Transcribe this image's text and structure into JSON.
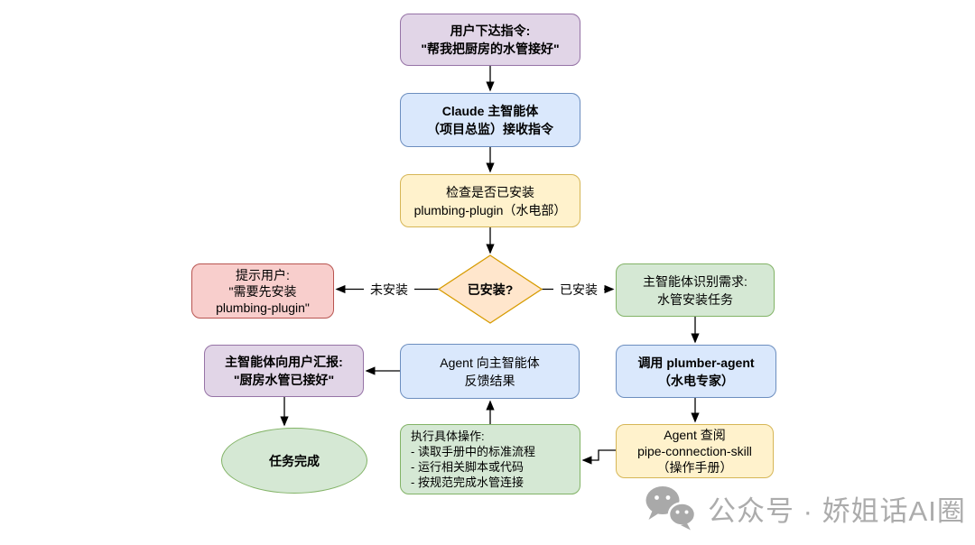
{
  "diagram_title": "Claude agent plumbing workflow flowchart",
  "palette": {
    "purple_fill": "#E1D5E7",
    "purple_stroke": "#9673A6",
    "blue_fill": "#DAE8FC",
    "blue_stroke": "#6C8EBF",
    "yellow_fill": "#FFF2CC",
    "yellow_stroke": "#D6B656",
    "diamond_fill": "#FFE6CC",
    "diamond_stroke": "#D79B00",
    "red_fill": "#F8CECC",
    "red_stroke": "#B85450",
    "green_fill": "#D5E8D4",
    "green_stroke": "#82B366",
    "arrow_color": "#000000",
    "watermark_color": "#ACACAC",
    "background": "#FFFFFF"
  },
  "nodes": {
    "user_command": {
      "shape": "rounded-rect",
      "color": "purple",
      "lines": [
        "用户下达指令:",
        "\"帮我把厨房的水管接好\""
      ]
    },
    "claude_main": {
      "shape": "rounded-rect",
      "color": "blue",
      "lines": [
        "Claude 主智能体",
        "（项目总监）接收指令"
      ]
    },
    "check_plugin": {
      "shape": "rounded-rect",
      "color": "yellow",
      "lines": [
        "检查是否已安装",
        "plumbing-plugin（水电部）"
      ]
    },
    "decision": {
      "shape": "diamond",
      "color": "orange",
      "label": "已安装?"
    },
    "prompt_user": {
      "shape": "rounded-rect",
      "color": "red",
      "lines": [
        "提示用户:",
        "\"需要先安装",
        "plumbing-plugin\""
      ]
    },
    "identify_task": {
      "shape": "rounded-rect",
      "color": "green",
      "lines": [
        "主智能体识别需求:",
        "水管安装任务"
      ]
    },
    "call_plumber": {
      "shape": "rounded-rect",
      "color": "blue",
      "lines": [
        "调用 plumber-agent",
        "（水电专家）"
      ]
    },
    "lookup_skill": {
      "shape": "rounded-rect",
      "color": "yellow",
      "lines": [
        "Agent 查阅",
        "pipe-connection-skill",
        "（操作手册）"
      ]
    },
    "execute_steps": {
      "shape": "rounded-rect",
      "color": "green",
      "lines": [
        "执行具体操作:",
        "- 读取手册中的标准流程",
        "- 运行相关脚本或代码",
        "- 按规范完成水管连接"
      ]
    },
    "feedback": {
      "shape": "rounded-rect",
      "color": "blue",
      "lines": [
        "Agent 向主智能体",
        "反馈结果"
      ]
    },
    "report_user": {
      "shape": "rounded-rect",
      "color": "purple",
      "lines": [
        "主智能体向用户汇报:",
        "\"厨房水管已接好\""
      ]
    },
    "task_done": {
      "shape": "ellipse",
      "color": "green",
      "label": "任务完成"
    }
  },
  "edges": [
    {
      "from": "user-command",
      "to": "claude-main"
    },
    {
      "from": "claude-main",
      "to": "check-plugin"
    },
    {
      "from": "check-plugin",
      "to": "decision"
    },
    {
      "from": "decision",
      "to": "prompt-user",
      "label": "未安装"
    },
    {
      "from": "decision",
      "to": "identify-task",
      "label": "已安装"
    },
    {
      "from": "identify-task",
      "to": "call-plumber"
    },
    {
      "from": "call-plumber",
      "to": "lookup-skill"
    },
    {
      "from": "lookup-skill",
      "to": "execute-steps"
    },
    {
      "from": "execute-steps",
      "to": "feedback"
    },
    {
      "from": "feedback",
      "to": "report-user"
    },
    {
      "from": "report-user",
      "to": "task-done"
    }
  ],
  "watermark": {
    "icon": "wechat-logo",
    "text": "公众号 · 娇姐话AI圈"
  }
}
